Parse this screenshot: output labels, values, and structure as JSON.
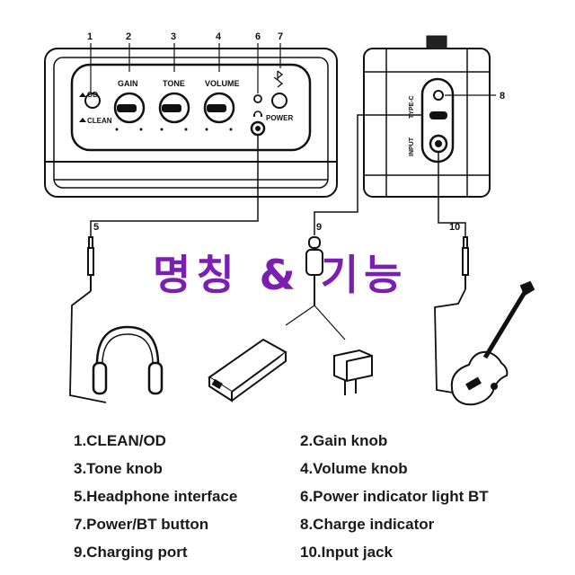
{
  "title": "명칭 & 기능",
  "callouts": [
    "1",
    "2",
    "3",
    "4",
    "5",
    "6",
    "7",
    "8",
    "9",
    "10"
  ],
  "panel_labels": {
    "od": "OD",
    "clean": "CLEAN",
    "gain": "GAIN",
    "tone": "TONE",
    "volume": "VOLUME",
    "power": "POWER",
    "type_c": "TYPE-C",
    "input": "INPUT"
  },
  "legend": [
    [
      "1.CLEAN/OD",
      "2.Gain knob"
    ],
    [
      "3.Tone knob",
      "4.Volume knob"
    ],
    [
      "5.Headphone interface",
      "6.Power indicator light BT"
    ],
    [
      "7.Power/BT button",
      "8.Charge indicator"
    ],
    [
      "9.Charging port",
      "10.Input jack"
    ]
  ],
  "colors": {
    "title": "#7a1fb0",
    "line": "#111111"
  },
  "icons": [
    "bluetooth-icon",
    "headphone-jack-icon",
    "headphones-icon",
    "power-bank-icon",
    "charger-plug-icon",
    "electric-guitar-icon",
    "usb-c-cable-icon",
    "guitar-cable-icon"
  ]
}
